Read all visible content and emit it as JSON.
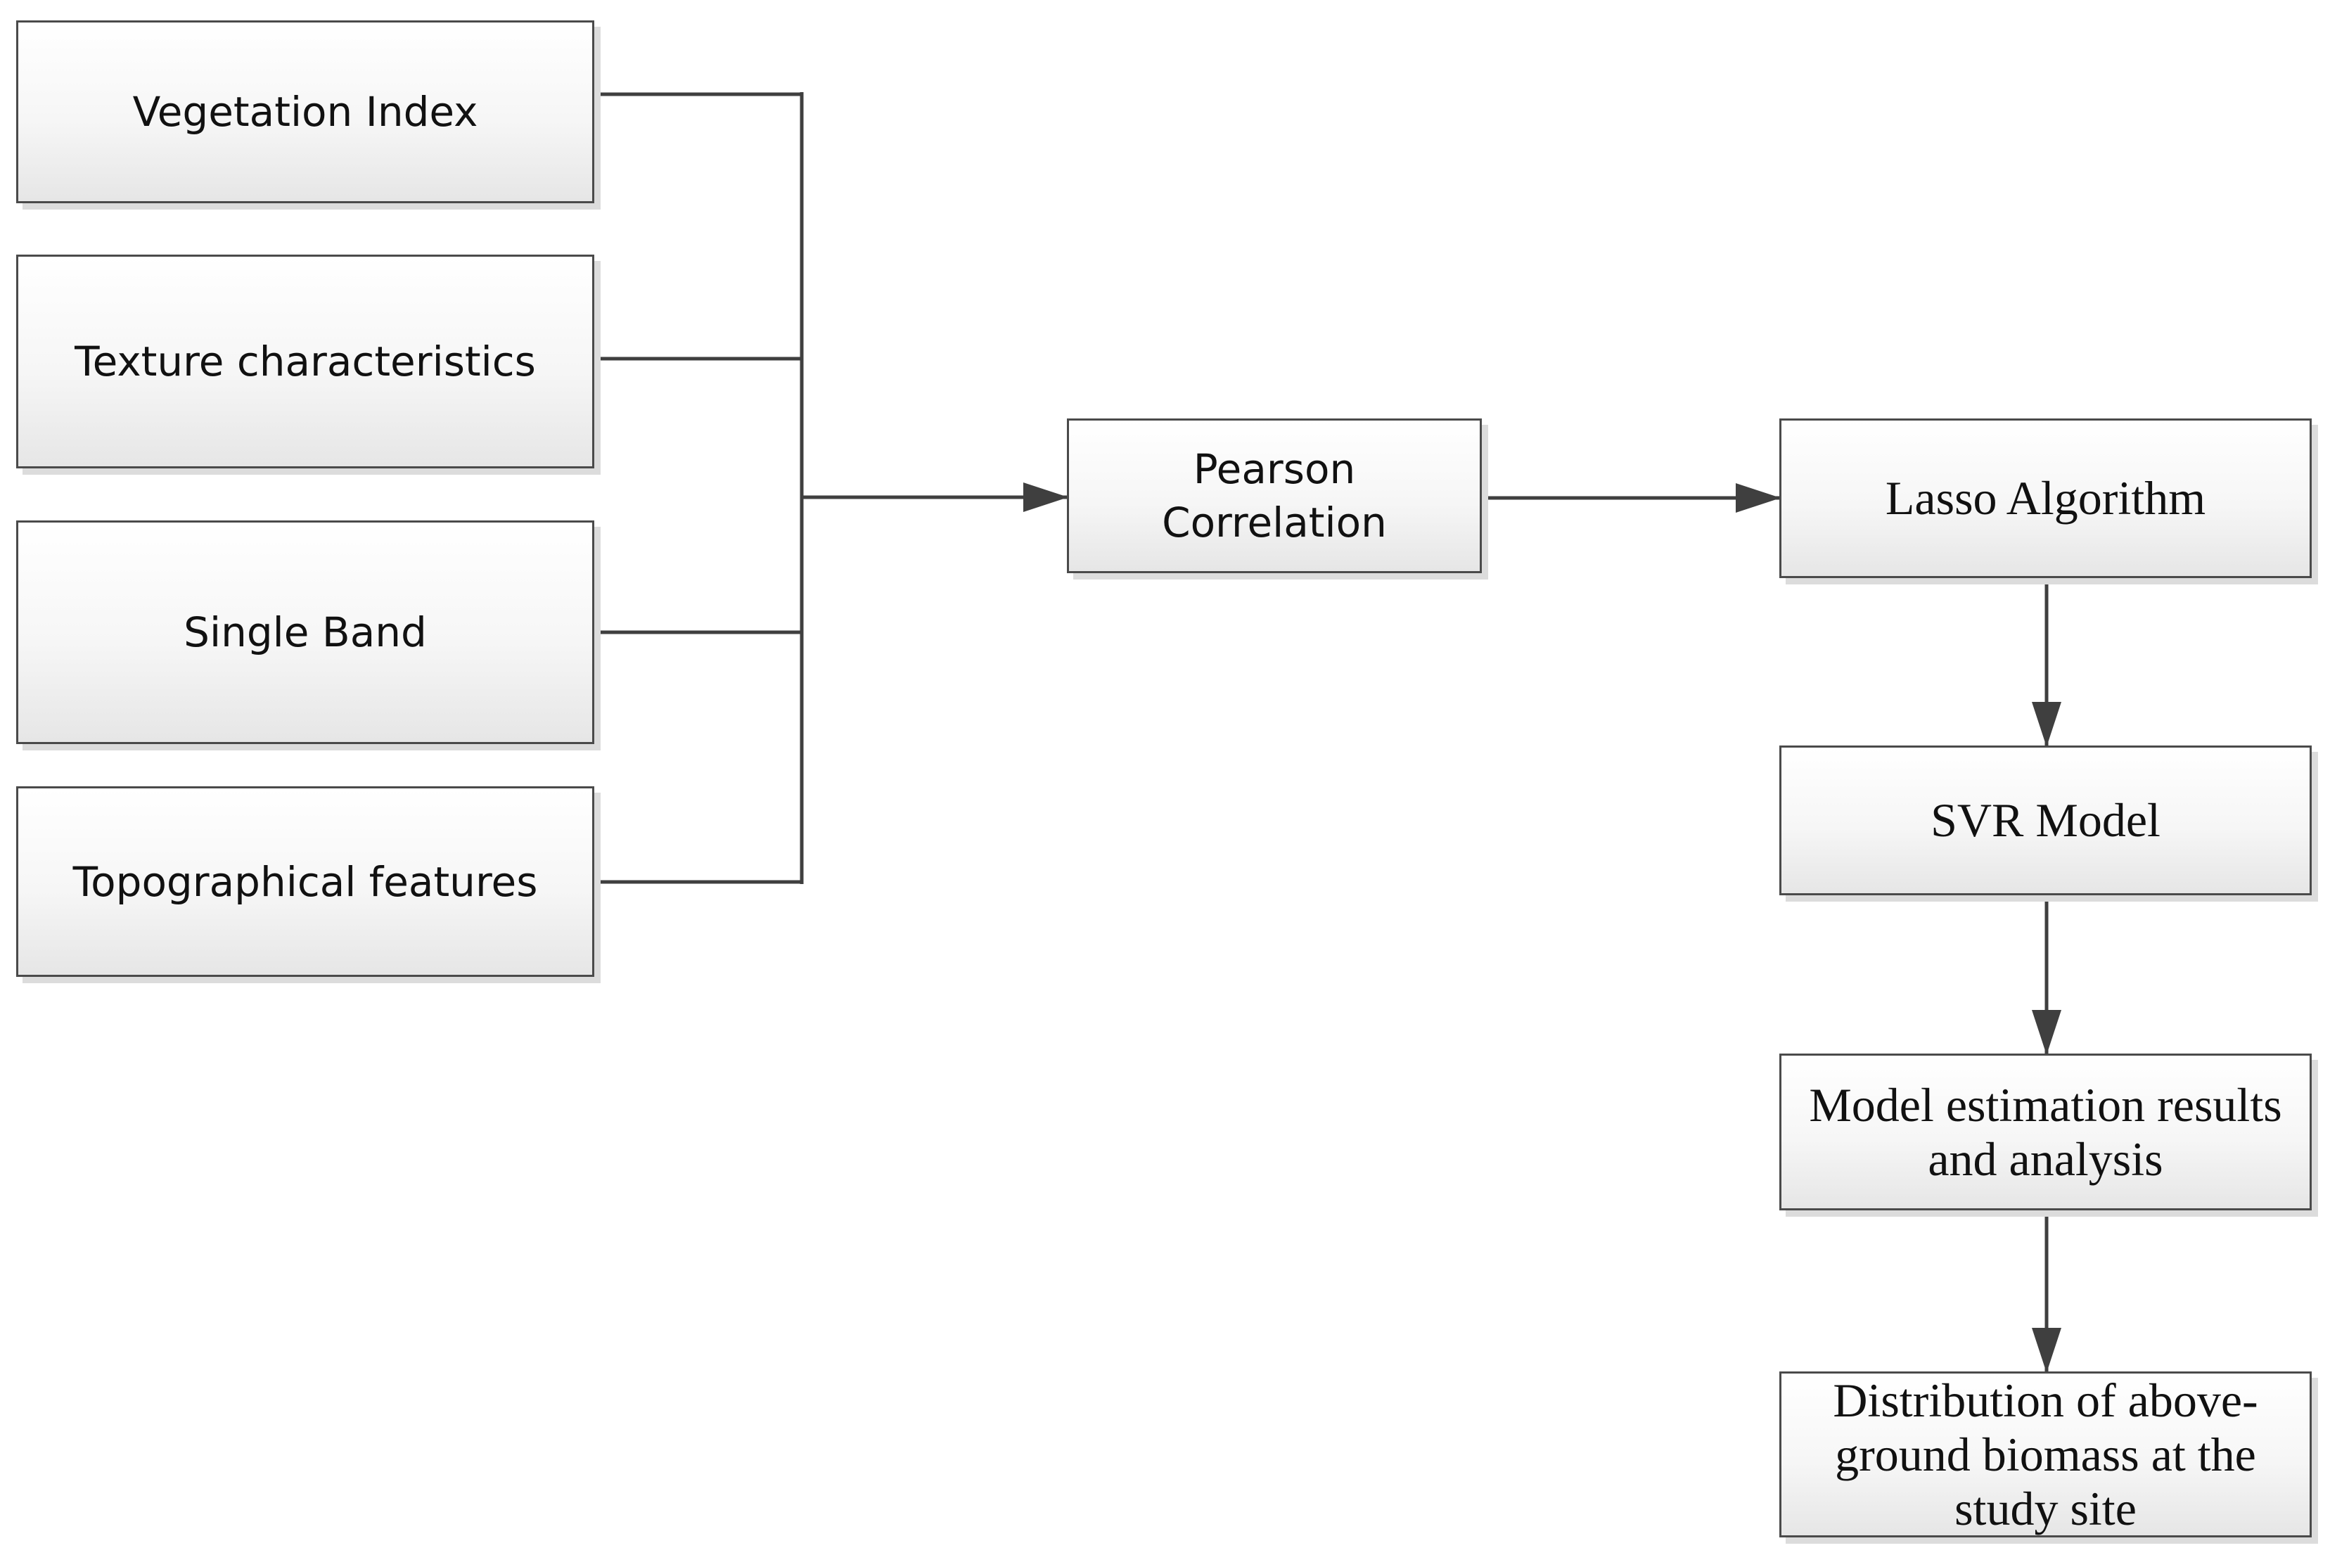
{
  "diagram": {
    "inputs": {
      "vegetation_index": "Vegetation Index",
      "texture": "Texture characteristics",
      "single_band": "Single Band",
      "topographical": "Topographical features"
    },
    "pearson": "Pearson Correlation",
    "lasso": "Lasso Algorithm",
    "svr": "SVR Model",
    "model_results": "Model estimation results and analysis",
    "distribution": "Distribution of above-ground biomass at the study site"
  },
  "colors": {
    "line": "#3f3f3f",
    "box_border": "#4a4a4a",
    "box_fill_top": "#ffffff",
    "box_fill_bottom": "#e6e6e6",
    "shadow": "#dcdcdc"
  }
}
